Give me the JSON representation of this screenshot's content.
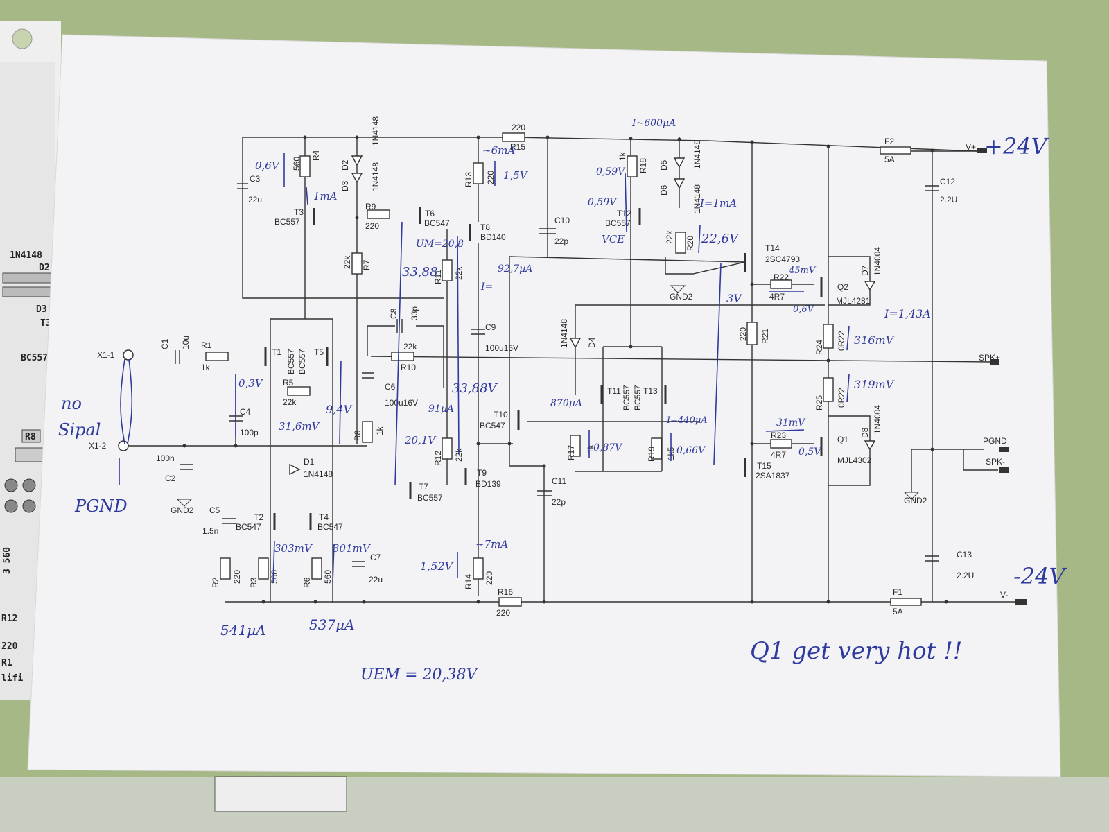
{
  "pcb_labels": [
    "1N4148",
    "D2",
    "D3",
    "T3",
    "BC557",
    "R8",
    "3 560",
    "R12",
    "220",
    "R1",
    "lifi"
  ],
  "connectors": {
    "in1": "X1-1",
    "in2": "X1-2",
    "vplus": "V+",
    "vminus": "V-",
    "spk_plus": "SPK+",
    "pgnd": "PGND",
    "spk_minus": "SPK-"
  },
  "components": [
    {
      "ref": "C3",
      "value": "22u"
    },
    {
      "ref": "R4",
      "value": "560"
    },
    {
      "ref": "D2",
      "value": "1N4148"
    },
    {
      "ref": "D3",
      "value": "1N4148"
    },
    {
      "ref": "T3",
      "value": "BC557"
    },
    {
      "ref": "R9",
      "value": "220"
    },
    {
      "ref": "R7",
      "value": "22k"
    },
    {
      "ref": "T6",
      "value": "BC547"
    },
    {
      "ref": "R15",
      "value": "220"
    },
    {
      "ref": "R13",
      "value": "220"
    },
    {
      "ref": "T8",
      "value": "BD140"
    },
    {
      "ref": "C10",
      "value": "22p"
    },
    {
      "ref": "R11",
      "value": "22k"
    },
    {
      "ref": "C8",
      "value": "33p"
    },
    {
      "ref": "C9",
      "value": "100u16V"
    },
    {
      "ref": "C1",
      "value": "10u"
    },
    {
      "ref": "R1",
      "value": "1k"
    },
    {
      "ref": "T1",
      "value": "BC557"
    },
    {
      "ref": "T5",
      "value": "BC557"
    },
    {
      "ref": "R10",
      "value": "22k"
    },
    {
      "ref": "R5",
      "value": "22k"
    },
    {
      "ref": "C6",
      "value": "100u16V"
    },
    {
      "ref": "C4",
      "value": "100p"
    },
    {
      "ref": "R8",
      "value": "1k"
    },
    {
      "ref": "C2",
      "value": "100n"
    },
    {
      "ref": "D1",
      "value": "1N4148"
    },
    {
      "ref": "C5",
      "value": "1.5n"
    },
    {
      "ref": "T2",
      "value": "BC547"
    },
    {
      "ref": "T4",
      "value": "BC547"
    },
    {
      "ref": "C7",
      "value": "22u"
    },
    {
      "ref": "R2",
      "value": "220"
    },
    {
      "ref": "R3",
      "value": "560"
    },
    {
      "ref": "R6",
      "value": "560"
    },
    {
      "ref": "R12",
      "value": "22k"
    },
    {
      "ref": "T7",
      "value": "BC557"
    },
    {
      "ref": "T9",
      "value": "BD139"
    },
    {
      "ref": "R14",
      "value": "220"
    },
    {
      "ref": "R16",
      "value": "220"
    },
    {
      "ref": "T10",
      "value": "BC547"
    },
    {
      "ref": "C11",
      "value": "22p"
    },
    {
      "ref": "R18",
      "value": "1k"
    },
    {
      "ref": "D5",
      "value": "1N4148"
    },
    {
      "ref": "D6",
      "value": "1N4148"
    },
    {
      "ref": "T12",
      "value": "BC557"
    },
    {
      "ref": "R20",
      "value": "22k"
    },
    {
      "ref": "D4",
      "value": "1N4148"
    },
    {
      "ref": "T11",
      "value": "BC557"
    },
    {
      "ref": "T13",
      "value": "BC557"
    },
    {
      "ref": "R17",
      "value": "1k"
    },
    {
      "ref": "R19",
      "value": "1k5"
    },
    {
      "ref": "T14",
      "value": "2SC4793"
    },
    {
      "ref": "T15",
      "value": "2SA1837"
    },
    {
      "ref": "R21",
      "value": "220"
    },
    {
      "ref": "R22",
      "value": "4R7"
    },
    {
      "ref": "R23",
      "value": "4R7"
    },
    {
      "ref": "Q2",
      "value": "MJL4281"
    },
    {
      "ref": "Q1",
      "value": "MJL4302"
    },
    {
      "ref": "D7",
      "value": "1N4004"
    },
    {
      "ref": "D8",
      "value": "1N4004"
    },
    {
      "ref": "R24",
      "value": "0R22"
    },
    {
      "ref": "R25",
      "value": "0R22"
    },
    {
      "ref": "F2",
      "value": "5A"
    },
    {
      "ref": "F1",
      "value": "5A"
    },
    {
      "ref": "C12",
      "value": "2.2U"
    },
    {
      "ref": "C13",
      "value": "2.2U"
    }
  ],
  "grounds": [
    "GND2",
    "GND2",
    "GND2"
  ],
  "handwriting": {
    "v_pos": "+24V",
    "v_neg": "-24V",
    "no_signal_1": "no",
    "no_signal_2": "Sipal",
    "pgnd": "PGND",
    "r4_v": "0,6V",
    "t3_i": "1mA",
    "r13_i": "~6mA",
    "r13_v": "1,5V",
    "t6_u": "UM=20,8",
    "v_3388a": "33,88",
    "v_3388b": "33,88V",
    "r11_i": "92,7µA",
    "r11_i2": "I=",
    "v_03": "0,3V",
    "v_94": "9,4V",
    "r5_v": "31,6mV",
    "r12_v": "20,1V",
    "r12_i": "91µA",
    "r3_v": "303mV",
    "r6_v": "301mV",
    "r3_i": "541µA",
    "r6_i": "537µA",
    "r14_v": "1,52V",
    "r14_i": "~7mA",
    "uem": "UEM = 20,38V",
    "r18_i": "I~600µA",
    "r18_v": "0,59V",
    "t12_v": "0,59V",
    "t12_vce": "VCE",
    "r20_i": "I=1mA",
    "r20_v": "22,6V",
    "v_3v": "3V",
    "r22_v": "45mV",
    "q2_v": "0,6V",
    "q2_i": "I=1,43A",
    "r24_v": "316mV",
    "r25_v": "319mV",
    "r17_i": "870µA",
    "r17_v": "0,87V",
    "r19_i": "I=440µA",
    "r19_v": "0,66V",
    "r23_v": "31mV",
    "q1_v": "0,5V",
    "note": "Q1 get very hot !!"
  }
}
